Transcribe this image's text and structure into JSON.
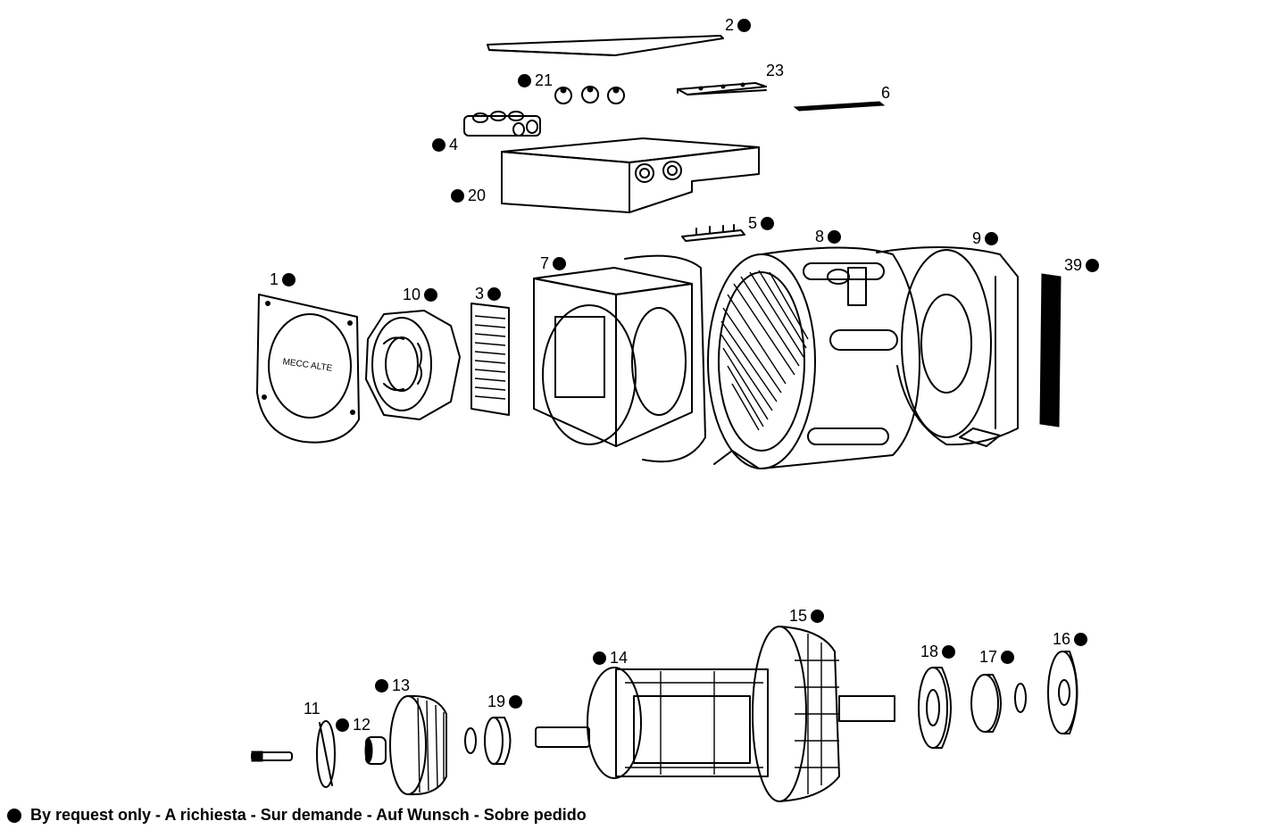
{
  "parts": [
    {
      "id": "2",
      "label": "2",
      "by_request": true
    },
    {
      "id": "23",
      "label": "23",
      "by_request": false
    },
    {
      "id": "21",
      "label": "21",
      "by_request": true
    },
    {
      "id": "6",
      "label": "6",
      "by_request": false
    },
    {
      "id": "4",
      "label": "4",
      "by_request": true
    },
    {
      "id": "20",
      "label": "20",
      "by_request": true
    },
    {
      "id": "5",
      "label": "5",
      "by_request": true
    },
    {
      "id": "8",
      "label": "8",
      "by_request": true
    },
    {
      "id": "9",
      "label": "9",
      "by_request": true
    },
    {
      "id": "39",
      "label": "39",
      "by_request": true
    },
    {
      "id": "7",
      "label": "7",
      "by_request": true
    },
    {
      "id": "1",
      "label": "1",
      "by_request": true
    },
    {
      "id": "10",
      "label": "10",
      "by_request": true
    },
    {
      "id": "3",
      "label": "3",
      "by_request": true
    },
    {
      "id": "15",
      "label": "15",
      "by_request": true
    },
    {
      "id": "16",
      "label": "16",
      "by_request": true
    },
    {
      "id": "18",
      "label": "18",
      "by_request": true
    },
    {
      "id": "17",
      "label": "17",
      "by_request": true
    },
    {
      "id": "14",
      "label": "14",
      "by_request": true
    },
    {
      "id": "13",
      "label": "13",
      "by_request": true
    },
    {
      "id": "19",
      "label": "19",
      "by_request": true
    },
    {
      "id": "11",
      "label": "11",
      "by_request": false
    },
    {
      "id": "12",
      "label": "12",
      "by_request": true
    }
  ],
  "cover_text": "MECC ALTE",
  "legend": "By request only - A richiesta - Sur demande - Auf Wunsch - Sobre pedido",
  "colors": {
    "ink": "#000000",
    "paper": "#ffffff"
  }
}
